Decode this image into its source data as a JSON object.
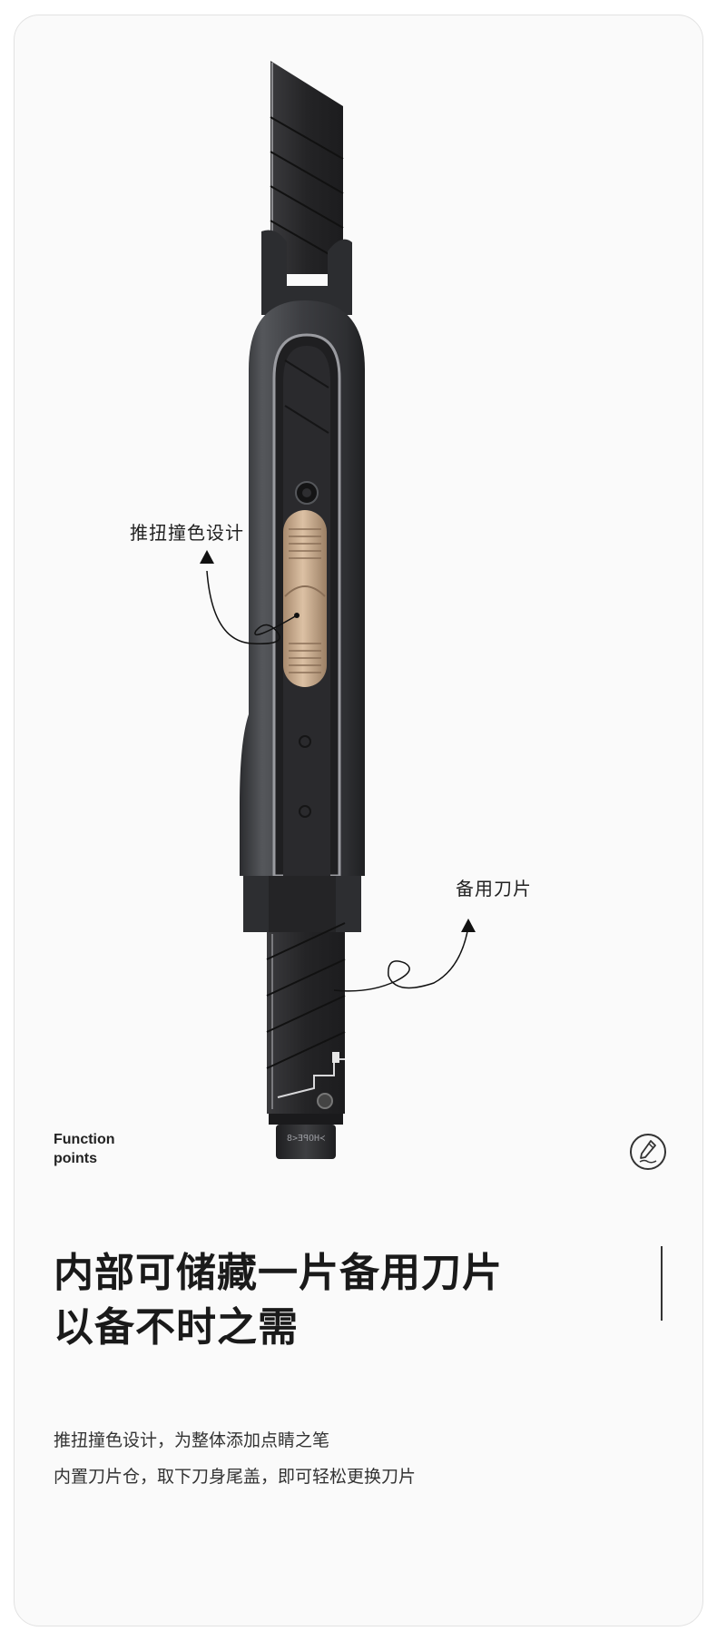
{
  "callouts": {
    "slider_label": "推扭撞色设计",
    "blade_label": "备用刀片"
  },
  "function_points": {
    "line1": "Function",
    "line2": "points"
  },
  "headline": {
    "line1": "内部可储藏一片备用刀片",
    "line2": "以备不时之需"
  },
  "description": {
    "line1": "推扭撞色设计，为整体添加点睛之笔",
    "line2": "内置刀片仓，取下刀身尾盖，即可轻松更换刀片"
  },
  "product": {
    "end_cap_text": "≻HOPE<8",
    "icon": "utility-knife-illustration",
    "badge_icon": "pen-icon"
  },
  "colors": {
    "background": "#fafafa",
    "body": "#3a3b3e",
    "blade": "#2a2a2c",
    "slider": "#c9ab8e",
    "text": "#1e1e1e"
  }
}
